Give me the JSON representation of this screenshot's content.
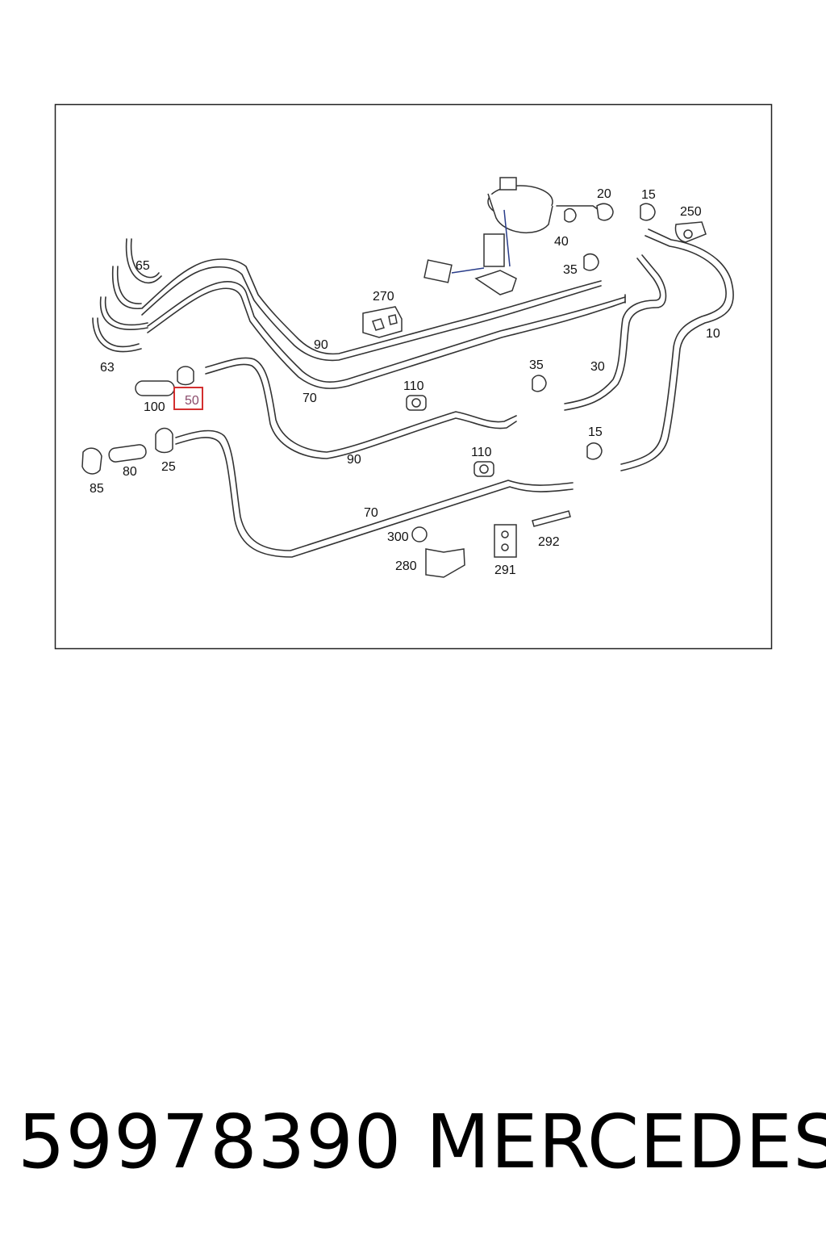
{
  "part_number": "59978390",
  "brand": "MERCEDES",
  "highlight": {
    "callout": "50",
    "color": "#d32f2f"
  },
  "callouts": {
    "c20": "20",
    "c15a": "15",
    "c250": "250",
    "c40": "40",
    "c35a": "35",
    "c65": "65",
    "c270": "270",
    "c90a": "90",
    "c10": "10",
    "c63": "63",
    "c70a": "70",
    "c110a": "110",
    "c35b": "35",
    "c30": "30",
    "c100": "100",
    "c50": "50",
    "c90b": "90",
    "c15b": "15",
    "c25": "25",
    "c80": "80",
    "c85": "85",
    "c110b": "110",
    "c70b": "70",
    "c300": "300",
    "c292": "292",
    "c280": "280",
    "c291": "291"
  }
}
